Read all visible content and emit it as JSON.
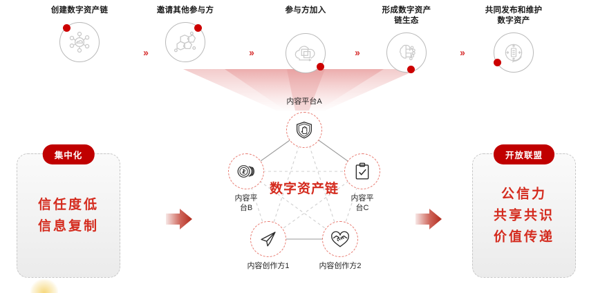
{
  "flow": {
    "steps": [
      {
        "label": "创建数字资产链",
        "icon": "network-cloud-icon",
        "dot": "top-left"
      },
      {
        "label": "邀请其他参与方",
        "icon": "molecule-icon",
        "dot": "top-right"
      },
      {
        "label": "参与方加入",
        "icon": "cloud-layers-icon",
        "dot": "bottom-right"
      },
      {
        "label": "形成数字资产\n链生态",
        "icon": "brain-circuit-icon",
        "dot": "bottom-center"
      },
      {
        "label": "共同发布和维护\n数字资产",
        "icon": "orbit-document-icon",
        "dot": "bottom-left"
      }
    ],
    "separator": "››"
  },
  "left_panel": {
    "badge": "集中化",
    "lines": [
      "信任度低",
      "信息复制"
    ]
  },
  "right_panel": {
    "badge": "开放联盟",
    "lines": [
      "公信力",
      "共享共识",
      "价值传递"
    ]
  },
  "arrows": {
    "left_arrow": "arrow-right-icon",
    "right_arrow": "arrow-right-icon"
  },
  "network": {
    "center_title": "数字资产链",
    "nodes": [
      {
        "id": "a",
        "label": "内容平台A",
        "icon": "shield-hand-icon"
      },
      {
        "id": "b",
        "label": "内容平\n台B",
        "icon": "coins-dollar-icon"
      },
      {
        "id": "c",
        "label": "内容平\n台C",
        "icon": "clipboard-check-icon"
      },
      {
        "id": "d",
        "label": "内容创作方1",
        "icon": "paper-plane-icon"
      },
      {
        "id": "e",
        "label": "内容创作方2",
        "icon": "heart-handshake-icon"
      }
    ]
  },
  "colors": {
    "brand_red": "#c00000",
    "accent_red": "#d42b1e",
    "dot_red": "#cc0000",
    "node_dash": "#e8796f",
    "gray_line": "#b9b9b9"
  }
}
